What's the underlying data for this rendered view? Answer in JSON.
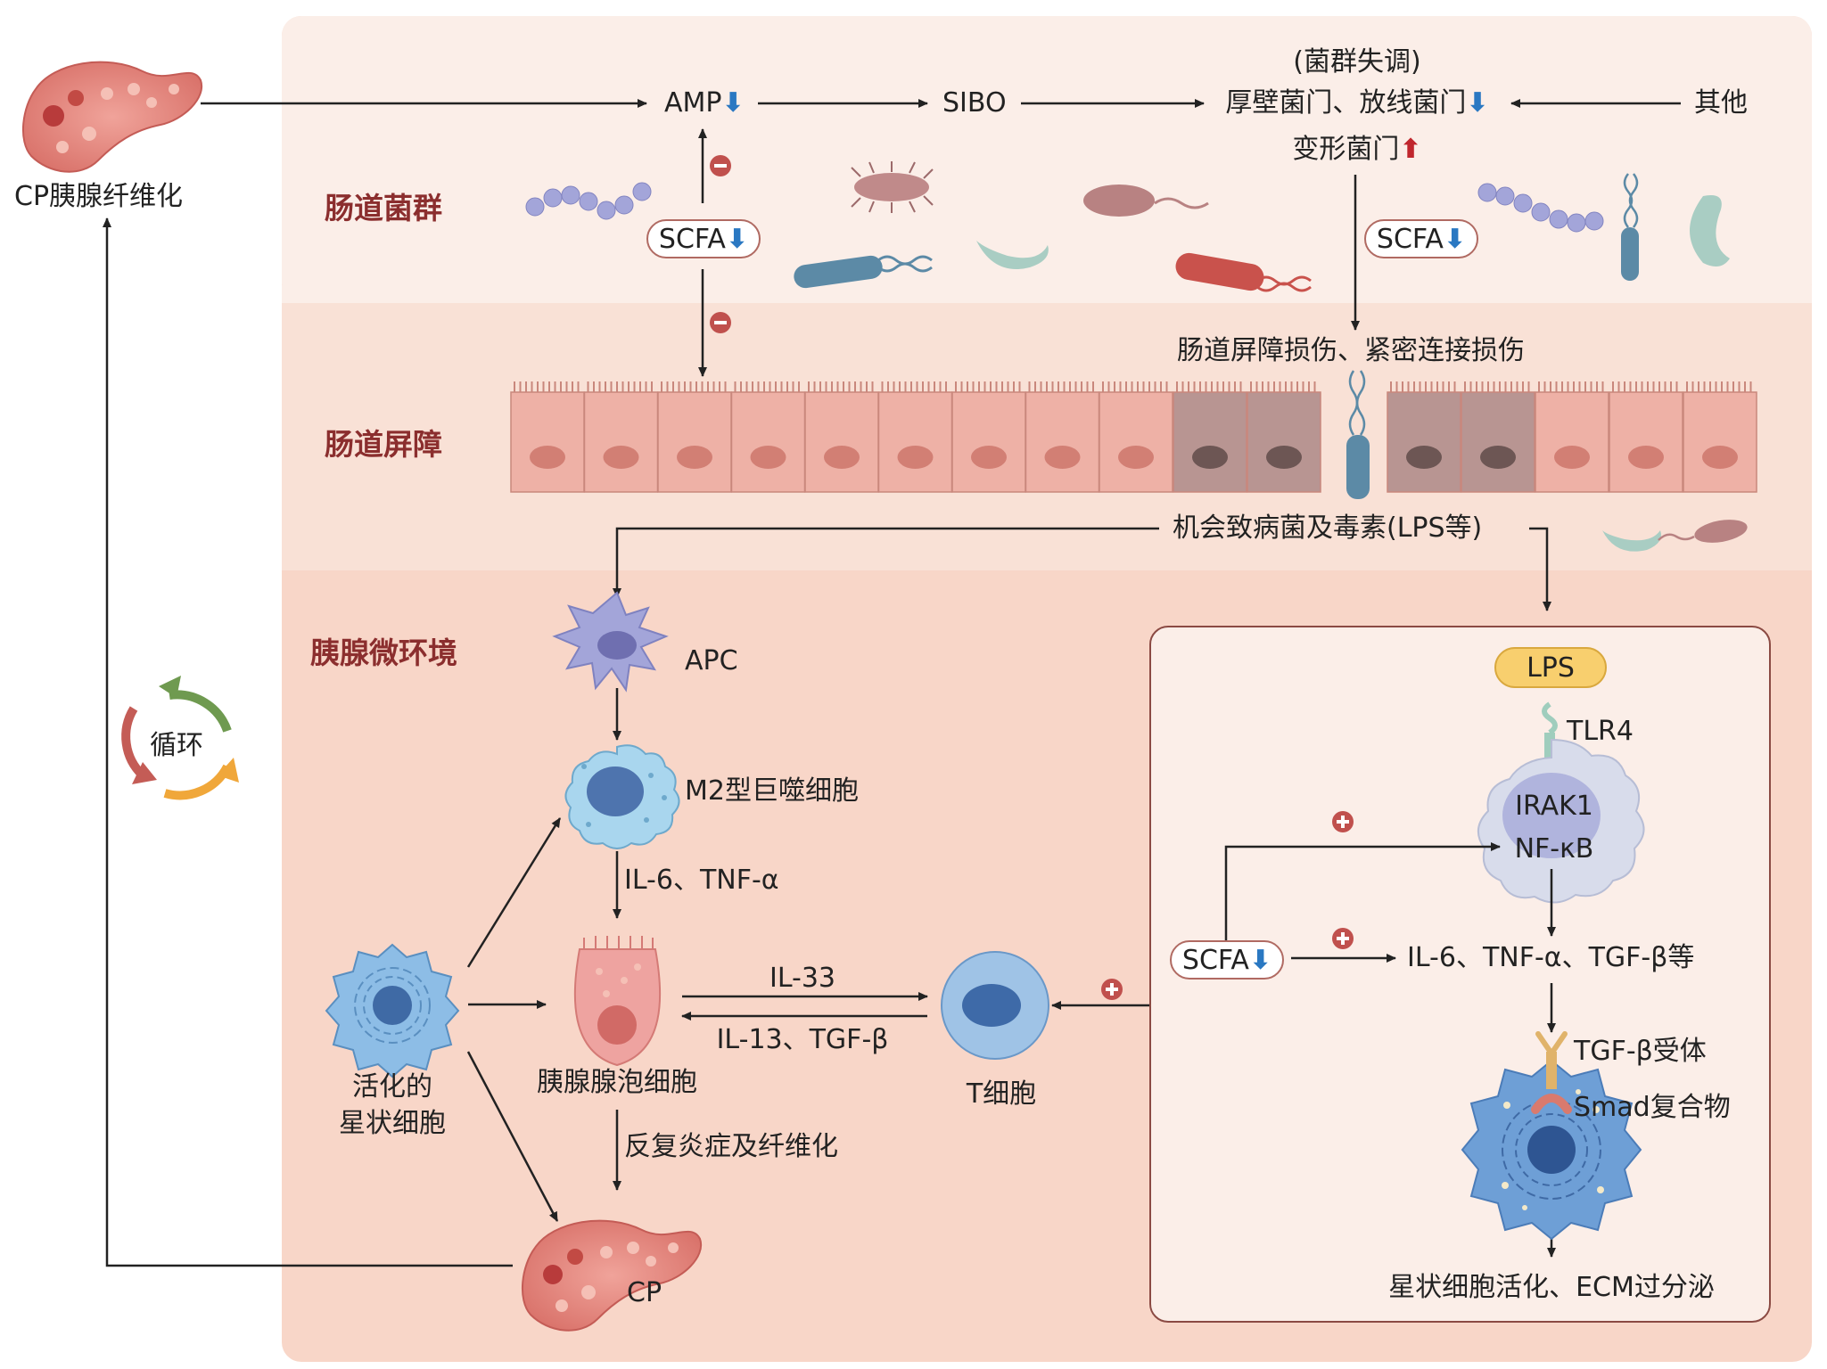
{
  "sections": {
    "gut_flora": "肠道菌群",
    "gut_barrier": "肠道屏障",
    "pancreas_env": "胰腺微环境"
  },
  "top": {
    "cp_fibrosis": "CP胰腺纤维化",
    "amp": "AMP",
    "sibo": "SIBO",
    "dysbiosis_paren": "(菌群失调)",
    "firmicutes": "厚壁菌门、放线菌门",
    "proteobacteria": "变形菌门",
    "others": "其他",
    "scfa_left": "SCFA",
    "scfa_right": "SCFA",
    "barrier_damage": "肠道屏障损伤、紧密连接损伤"
  },
  "middle": {
    "pathogens": "机会致病菌及毒素(LPS等)"
  },
  "pancreas": {
    "apc": "APC",
    "m2": "M2型巨噬细胞",
    "il6_tnf": "IL-6、TNF-α",
    "acinar": "胰腺腺泡细胞",
    "il33": "IL-33",
    "il13_tgf": "IL-13、TGF-β",
    "tcell": "T细胞",
    "stellate_1": "活化的",
    "stellate_2": "星状细胞",
    "repeated": "反复炎症及纤维化",
    "cp": "CP",
    "cycle": "循环"
  },
  "inset": {
    "lps": "LPS",
    "tlr4": "TLR4",
    "irak1": "IRAK1",
    "nfkb": "NF-κB",
    "scfa": "SCFA",
    "cytokines": "IL-6、TNF-α、TGF-β等",
    "tgfb_receptor": "TGF-β受体",
    "smad": "Smad复合物",
    "outcome": "星状细胞活化、ECM过分泌"
  },
  "arrows": {
    "down": "⬇",
    "up": "⬆"
  },
  "colors": {
    "band_flora": "#fbeee8",
    "band_barrier": "#f9e1d6",
    "band_pancreas": "#f8d6c8",
    "section_text": "#8b2e2e",
    "arrow_down": "#2a78c2",
    "arrow_up": "#c0262d",
    "inhibit": "#c0504d",
    "cell_healthy": "#eeb1a6",
    "cell_damaged": "#b89592"
  }
}
